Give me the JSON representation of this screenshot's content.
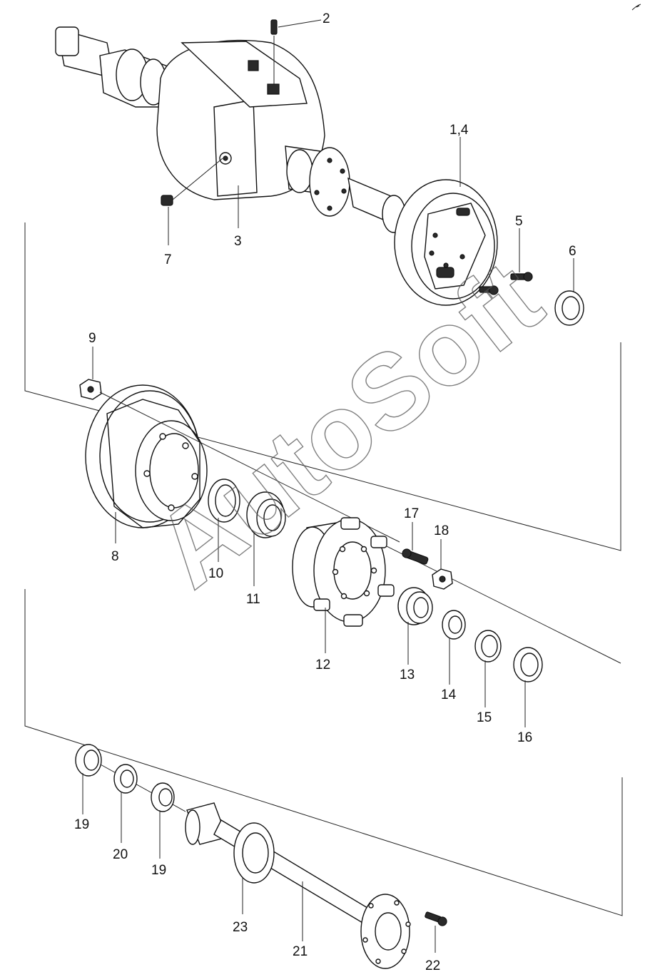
{
  "watermark": "AutoSoft",
  "callouts": {
    "c2": "2",
    "c14top": "1,4",
    "c3": "3",
    "c5": "5",
    "c6": "6",
    "c7": "7",
    "c8": "8",
    "c9": "9",
    "c10": "10",
    "c11": "11",
    "c12": "12",
    "c13": "13",
    "c14": "14",
    "c15": "15",
    "c16": "16",
    "c17": "17",
    "c18": "18",
    "c19a": "19",
    "c19b": "19",
    "c20": "20",
    "c21": "21",
    "c22": "22",
    "c23": "23"
  }
}
